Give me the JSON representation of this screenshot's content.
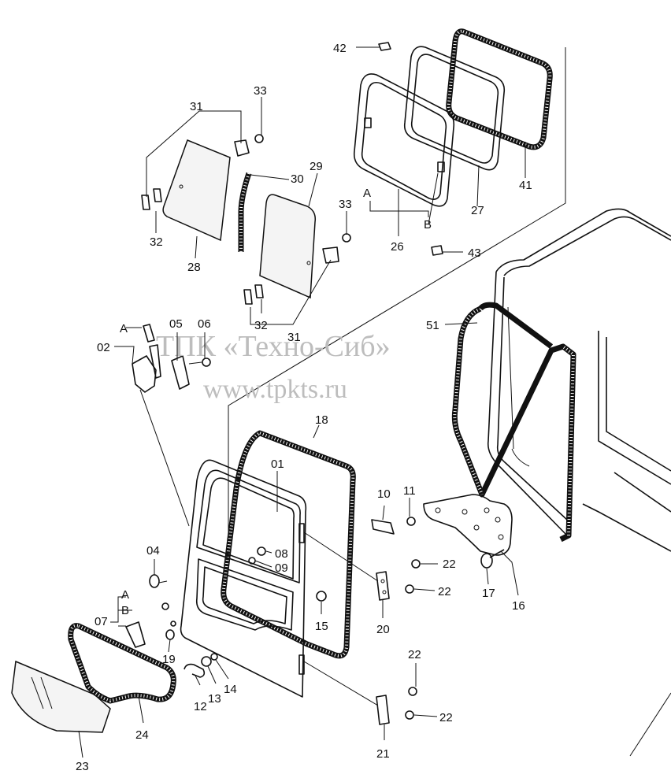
{
  "watermark": {
    "line1": "ТПК «Техно-Сиб»",
    "line2": "www.tpkts.ru"
  },
  "labels": {
    "p01": "01",
    "p02": "02",
    "p04": "04",
    "p05": "05",
    "p06": "06",
    "p07": "07",
    "p08": "08",
    "p09": "09",
    "p10": "10",
    "p11": "11",
    "p12": "12",
    "p13": "13",
    "p14": "14",
    "p15": "15",
    "p16": "16",
    "p17": "17",
    "p18": "18",
    "p19": "19",
    "p20": "20",
    "p21": "21",
    "p22a": "22",
    "p22b": "22",
    "p22c": "22",
    "p22d": "22",
    "p23": "23",
    "p24": "24",
    "p26": "26",
    "p27": "27",
    "p28": "28",
    "p29": "29",
    "p30": "30",
    "p31a": "31",
    "p31b": "31",
    "p32a": "32",
    "p32b": "32",
    "p33a": "33",
    "p33b": "33",
    "p41": "41",
    "p42": "42",
    "p43": "43",
    "p51": "51",
    "refA1": "A",
    "refB1": "B",
    "refA2": "A",
    "refA3": "A",
    "refB3": "B"
  }
}
